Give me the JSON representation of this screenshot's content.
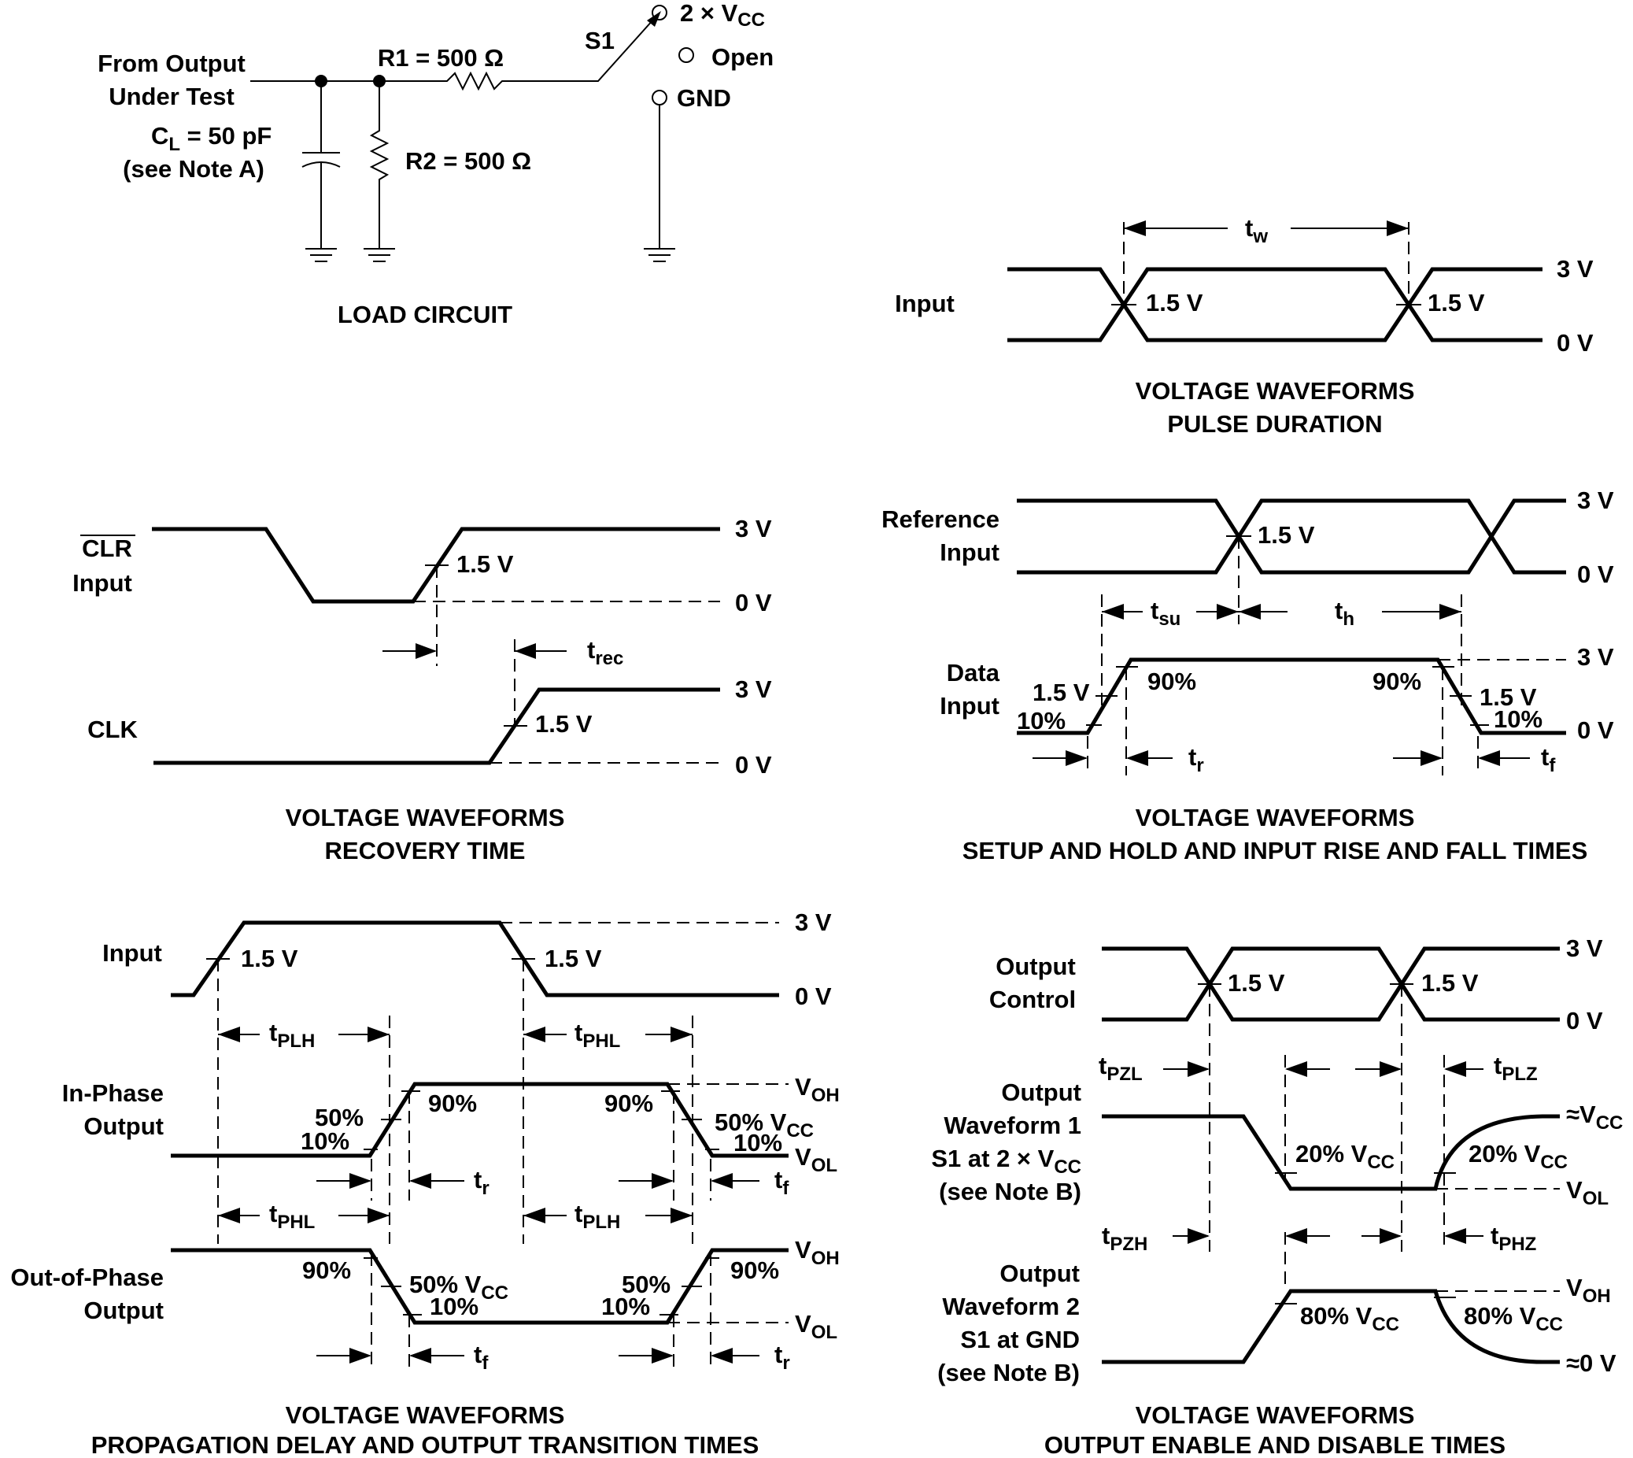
{
  "load_circuit": {
    "from_output_line1": "From Output",
    "from_output_line2": "Under Test",
    "cl_label": "C",
    "cl_sub": "L",
    "cl_value": " = 50 pF",
    "cl_note": "(see Note A)",
    "r1_label": "R1 = 500 Ω",
    "r2_label": "R2 = 500 Ω",
    "s1_label": "S1",
    "switch_2vcc": "2 × V",
    "switch_2vcc_sub": "CC",
    "switch_open": "Open",
    "switch_gnd": "GND",
    "title": "LOAD CIRCUIT"
  },
  "pulse_duration": {
    "input_label": "Input",
    "tw": "t",
    "tw_sub": "w",
    "v15_a": "1.5 V",
    "v15_b": "1.5 V",
    "v3": "3 V",
    "v0": "0 V",
    "title1": "VOLTAGE WAVEFORMS",
    "title2": "PULSE DURATION"
  },
  "recovery_time": {
    "clr_label": "CLR",
    "clr_input": "Input",
    "clk_label": "CLK",
    "v15_a": "1.5 V",
    "v15_b": "1.5 V",
    "v3_a": "3 V",
    "v0_a": "0 V",
    "v3_b": "3 V",
    "v0_b": "0 V",
    "trec": "t",
    "trec_sub": "rec",
    "title1": "VOLTAGE WAVEFORMS",
    "title2": "RECOVERY TIME"
  },
  "setup_hold": {
    "ref_line1": "Reference",
    "ref_line2": "Input",
    "data_line1": "Data",
    "data_line2": "Input",
    "v15_ref": "1.5 V",
    "v3_ref": "3 V",
    "v0_ref": "0 V",
    "tsu": "t",
    "tsu_sub": "su",
    "th": "t",
    "th_sub": "h",
    "v15_data_left": "1.5 V",
    "p10_left": "10%",
    "p90_left": "90%",
    "p90_right": "90%",
    "v15_data_right": "1.5 V",
    "p10_right": "10%",
    "v3_data": "3 V",
    "v0_data": "0 V",
    "tr": "t",
    "tr_sub": "r",
    "tf": "t",
    "tf_sub": "f",
    "title1": "VOLTAGE WAVEFORMS",
    "title2": "SETUP AND HOLD AND INPUT RISE AND FALL TIMES"
  },
  "propagation": {
    "input_label": "Input",
    "v15_a": "1.5 V",
    "v15_b": "1.5 V",
    "v3": "3 V",
    "v0": "0 V",
    "tplh": "t",
    "tplh_sub": "PLH",
    "tphl": "t",
    "tphl_sub": "PHL",
    "inphase_line1": "In-Phase",
    "inphase_line2": "Output",
    "p50_a": "50%",
    "p10_a": "10%",
    "p90_a": "90%",
    "p90_b": "90%",
    "p50_vcc_a": "50% V",
    "p50_vcc_a_sub": "CC",
    "p10_b": "10%",
    "voh_a": "V",
    "voh_a_sub": "OH",
    "vol_a": "V",
    "vol_a_sub": "OL",
    "tr_a": "t",
    "tr_a_sub": "r",
    "tf_a": "t",
    "tf_a_sub": "f",
    "tphl2": "t",
    "tphl2_sub": "PHL",
    "tplh2": "t",
    "tplh2_sub": "PLH",
    "outphase_line1": "Out-of-Phase",
    "outphase_line2": "Output",
    "p90_c": "90%",
    "p50_vcc_b": "50% V",
    "p50_vcc_b_sub": "CC",
    "p10_c": "10%",
    "p50_b": "50%",
    "p10_d": "10%",
    "p90_d": "90%",
    "voh_b": "V",
    "voh_b_sub": "OH",
    "vol_b": "V",
    "vol_b_sub": "OL",
    "tf_b": "t",
    "tf_b_sub": "f",
    "tr_b": "t",
    "tr_b_sub": "r",
    "title1": "VOLTAGE WAVEFORMS",
    "title2": "PROPAGATION DELAY AND OUTPUT TRANSITION TIMES"
  },
  "enable_disable": {
    "oc_line1": "Output",
    "oc_line2": "Control",
    "v15_a": "1.5 V",
    "v15_b": "1.5 V",
    "v3": "3 V",
    "v0": "0 V",
    "tpzl": "t",
    "tpzl_sub": "PZL",
    "tplz": "t",
    "tplz_sub": "PLZ",
    "wf1_line1": "Output",
    "wf1_line2": "Waveform 1",
    "wf1_line3": "S1 at 2 × V",
    "wf1_line3_sub": "CC",
    "wf1_line4": "(see Note B)",
    "p20_a": "20% V",
    "p20_a_sub": "CC",
    "p20_b": "20% V",
    "p20_b_sub": "CC",
    "avcc": "≈V",
    "avcc_sub": "CC",
    "vol": "V",
    "vol_sub": "OL",
    "tpzh": "t",
    "tpzh_sub": "PZH",
    "tphz": "t",
    "tphz_sub": "PHZ",
    "wf2_line1": "Output",
    "wf2_line2": "Waveform 2",
    "wf2_line3": "S1 at GND",
    "wf2_line4": "(see Note B)",
    "p80_a": "80% V",
    "p80_a_sub": "CC",
    "p80_b": "80% V",
    "p80_b_sub": "CC",
    "voh": "V",
    "voh_sub": "OH",
    "a0v": "≈0 V",
    "title1": "VOLTAGE WAVEFORMS",
    "title2": "OUTPUT ENABLE AND DISABLE TIMES"
  }
}
